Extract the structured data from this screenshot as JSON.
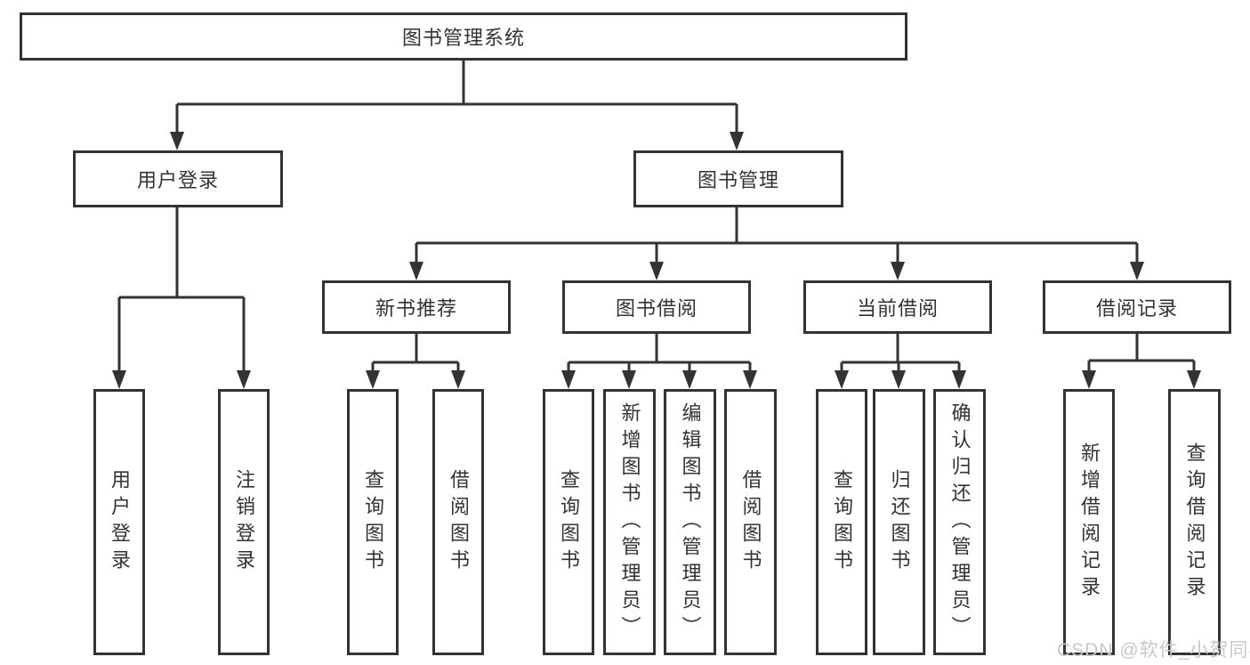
{
  "tree": {
    "root": "图书管理系统",
    "login": {
      "label": "用户登录",
      "children": [
        "用户登录",
        "注销登录"
      ]
    },
    "management": {
      "label": "图书管理",
      "sections": [
        {
          "label": "新书推荐",
          "children": [
            "查询图书",
            "借阅图书"
          ]
        },
        {
          "label": "图书借阅",
          "children": [
            "查询图书",
            "新增图书（管理员）",
            "编辑图书（管理员）",
            "借阅图书"
          ]
        },
        {
          "label": "当前借阅",
          "children": [
            "查询图书",
            "归还图书",
            "确认归还（管理员）"
          ]
        },
        {
          "label": "借阅记录",
          "children": [
            "新增借阅记录",
            "查询借阅记录"
          ]
        }
      ]
    }
  },
  "watermark": "CSDN @软件_小贺同学",
  "colors": {
    "line": "#333333",
    "box_border": "#333333",
    "text": "#333333",
    "background": "#ffffff",
    "watermark": "#c8c8c8"
  }
}
